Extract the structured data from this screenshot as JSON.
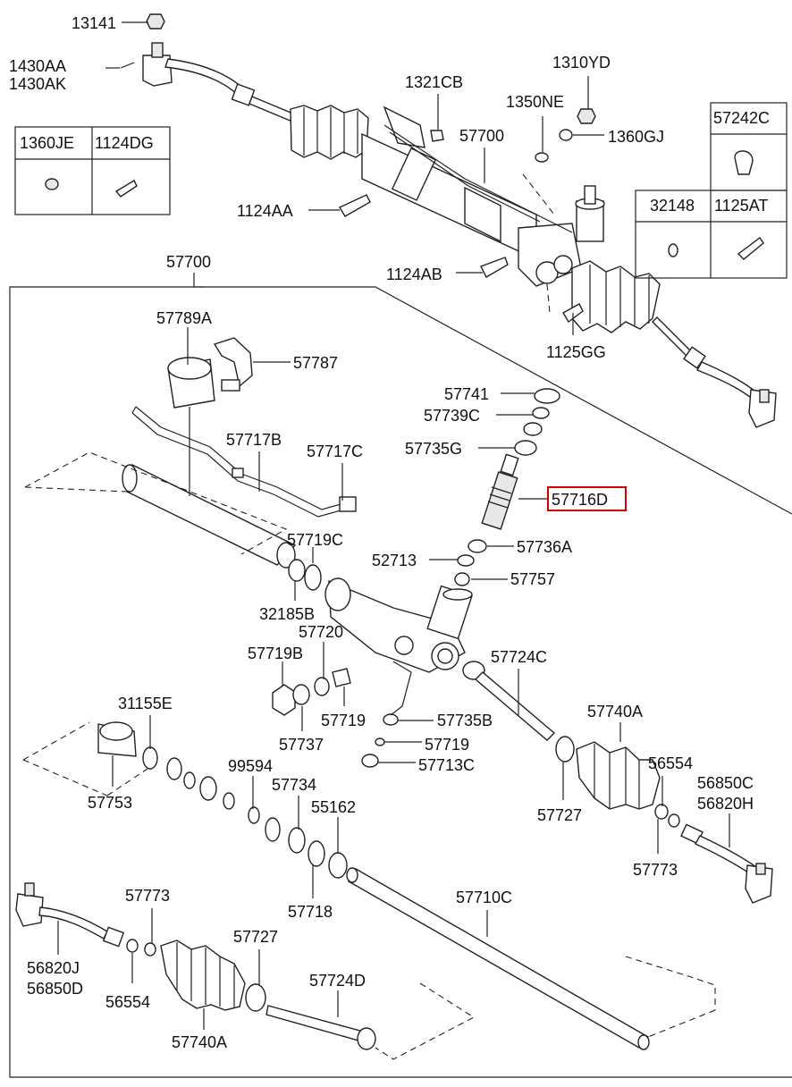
{
  "diagram": {
    "highlighted_part": "57716D",
    "highlight_color": "#d00000",
    "labels": {
      "p13141": "13141",
      "p1430AA": "1430AA",
      "p1430AK": "1430AK",
      "p1321CB": "1321CB",
      "p1310YD": "1310YD",
      "p1350NE": "1350NE",
      "p57700_top": "57700",
      "p1360GJ": "1360GJ",
      "p57242C": "57242C",
      "p1360JE": "1360JE",
      "p1124DG": "1124DG",
      "p32148": "32148",
      "p1125AT": "1125AT",
      "p1124AA": "1124AA",
      "p57700_box": "57700",
      "p1124AB": "1124AB",
      "p1125GG": "1125GG",
      "p57789A": "57789A",
      "p57787": "57787",
      "p57741": "57741",
      "p57739C": "57739C",
      "p57717B": "57717B",
      "p57717C": "57717C",
      "p57735G": "57735G",
      "p57716D": "57716D",
      "p57719C": "57719C",
      "p57736A": "57736A",
      "p52713": "52713",
      "p57757": "57757",
      "p32185B": "32185B",
      "p57720": "57720",
      "p57719B": "57719B",
      "p57724C": "57724C",
      "p31155E": "31155E",
      "p57719_a": "57719",
      "p57735B": "57735B",
      "p57740A_r": "57740A",
      "p57737": "57737",
      "p57719_b": "57719",
      "p57713C": "57713C",
      "p99594": "99594",
      "p56554_r": "56554",
      "p57753": "57753",
      "p57734": "57734",
      "p56850C": "56850C",
      "p56820H": "56820H",
      "p55162": "55162",
      "p57727_r": "57727",
      "p57773_r": "57773",
      "p57718": "57718",
      "p57710C": "57710C",
      "p57773_l": "57773",
      "p57727_l": "57727",
      "p56820J": "56820J",
      "p56850D": "56850D",
      "p56554_l": "56554",
      "p57724D": "57724D",
      "p57740A_l": "57740A"
    }
  }
}
